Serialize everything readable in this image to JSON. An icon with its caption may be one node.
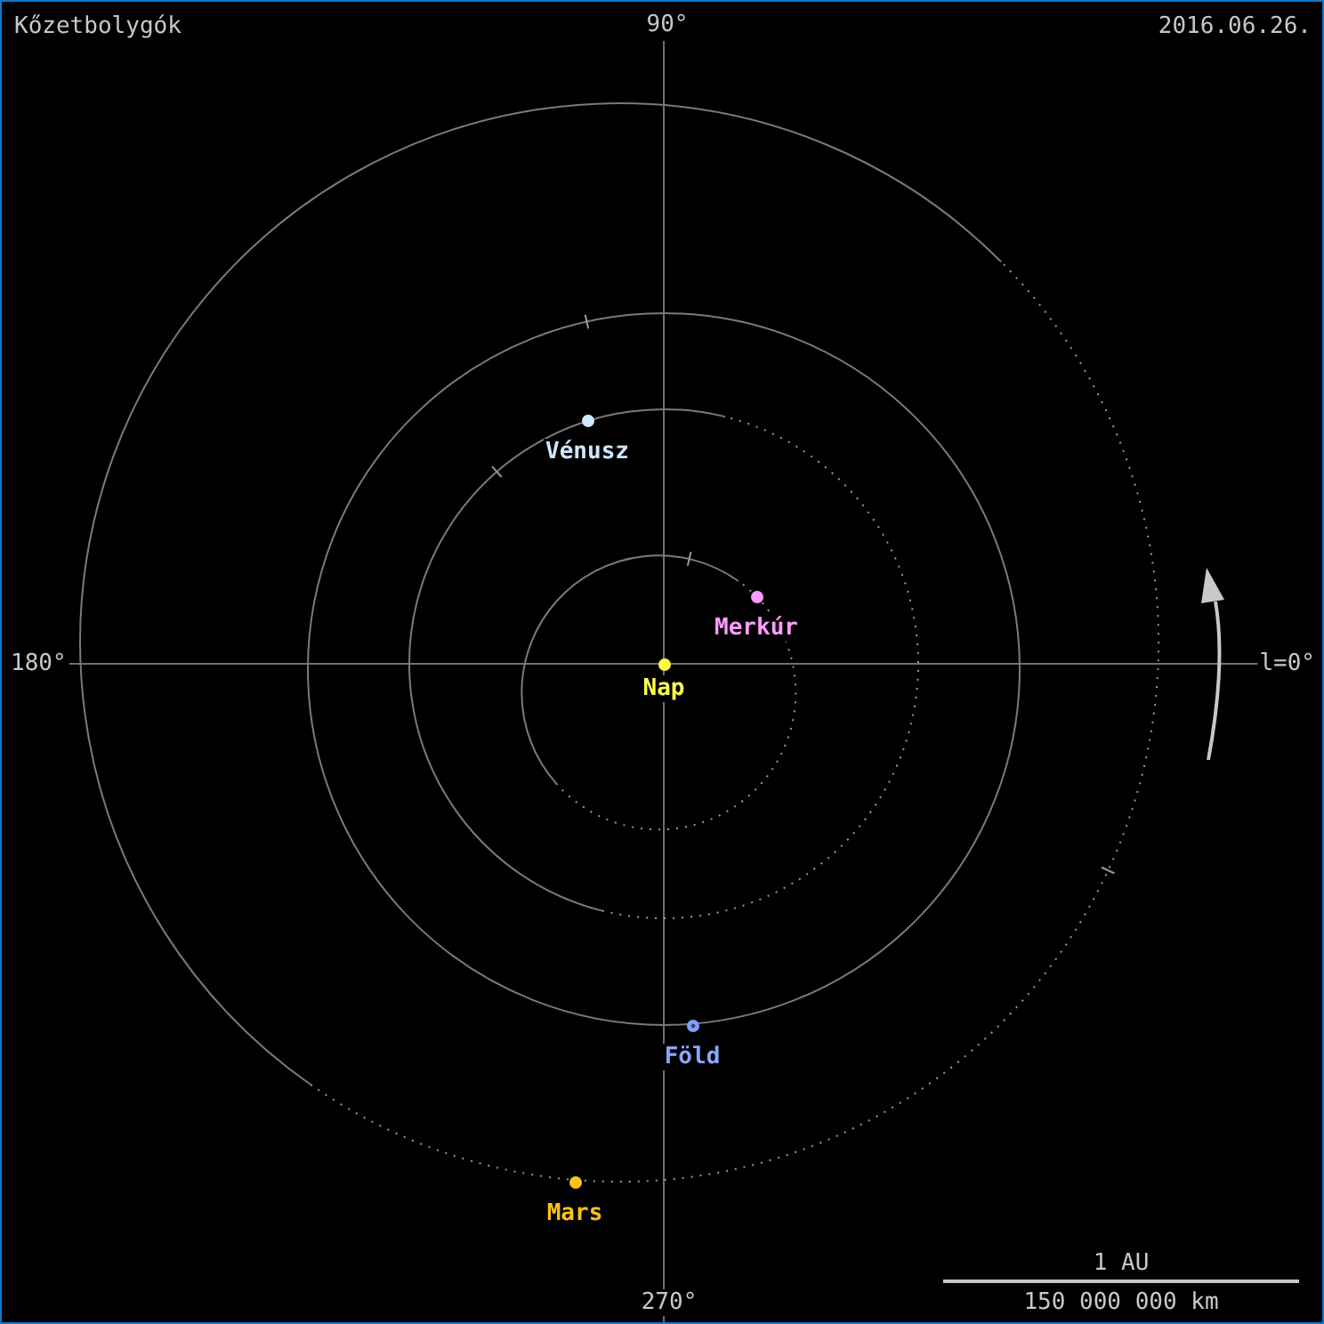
{
  "diagram": {
    "title": "Kőzetbolygók",
    "labels": [
      "90°",
      "2016.06.26.",
      "Vénusz",
      "Merkúr",
      "180°",
      "l=0°",
      "Nap",
      "Föld",
      "Mars",
      "1 AU",
      "270°",
      "150 000 000 km"
    ]
  }
}
